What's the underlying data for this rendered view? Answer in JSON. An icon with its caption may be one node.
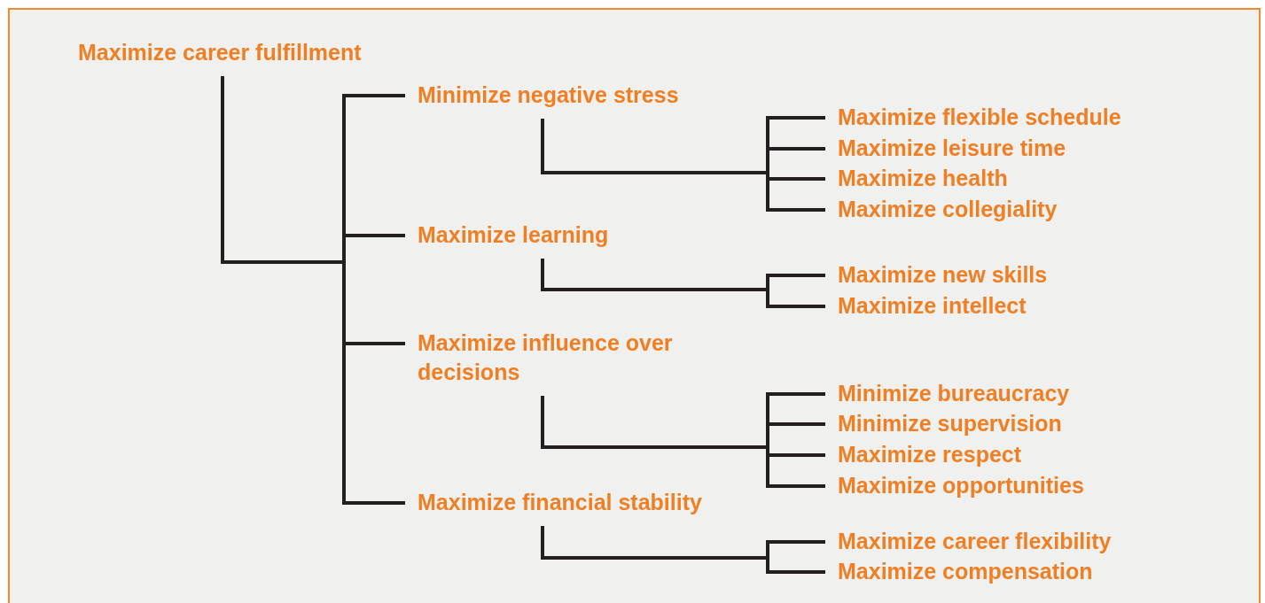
{
  "diagram": {
    "nodes": [
      {
        "text": [
          "Maximize career fulfillment"
        ]
      },
      {
        "text": [
          "Minimize negative stress"
        ]
      },
      {
        "text": [
          "Maximize flexible schedule"
        ]
      },
      {
        "text": [
          "Maximize leisure time"
        ]
      },
      {
        "text": [
          "Maximize health"
        ]
      },
      {
        "text": [
          "Maximize collegiality"
        ]
      },
      {
        "text": [
          "Maximize learning"
        ]
      },
      {
        "text": [
          "Maximize new skills"
        ]
      },
      {
        "text": [
          "Maximize intellect"
        ]
      },
      {
        "text": [
          "Maximize influence over decisions"
        ]
      },
      {
        "text": [
          "Minimize bureaucracy"
        ]
      },
      {
        "text": [
          "Minimize supervision"
        ]
      },
      {
        "text": [
          "Maximize respect"
        ]
      },
      {
        "text": [
          "Maximize opportunities"
        ]
      },
      {
        "text": [
          "Maximize financial stability"
        ]
      },
      {
        "text": [
          "Maximize career flexibility"
        ]
      },
      {
        "text": [
          "Maximize compensation"
        ]
      }
    ],
    "edges": [
      {
        "from": 0,
        "to": 1,
        "arrow": "none"
      },
      {
        "from": 0,
        "to": 6,
        "arrow": "none"
      },
      {
        "from": 0,
        "to": 9,
        "arrow": "none"
      },
      {
        "from": 0,
        "to": 14,
        "arrow": "none"
      },
      {
        "from": 1,
        "to": 2,
        "arrow": "none"
      },
      {
        "from": 1,
        "to": 3,
        "arrow": "none"
      },
      {
        "from": 1,
        "to": 4,
        "arrow": "none"
      },
      {
        "from": 1,
        "to": 5,
        "arrow": "none"
      },
      {
        "from": 6,
        "to": 7,
        "arrow": "none"
      },
      {
        "from": 6,
        "to": 8,
        "arrow": "none"
      },
      {
        "from": 9,
        "to": 10,
        "arrow": "none"
      },
      {
        "from": 9,
        "to": 11,
        "arrow": "none"
      },
      {
        "from": 9,
        "to": 12,
        "arrow": "none"
      },
      {
        "from": 9,
        "to": 13,
        "arrow": "none"
      },
      {
        "from": 14,
        "to": 15,
        "arrow": "none"
      },
      {
        "from": 14,
        "to": 16,
        "arrow": "none"
      }
    ]
  }
}
